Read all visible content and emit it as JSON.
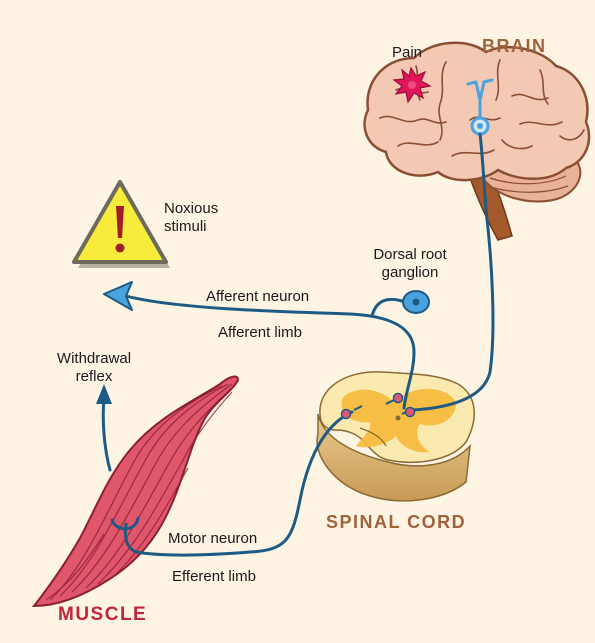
{
  "labels": {
    "pain": "Pain",
    "brain": "BRAIN",
    "noxious_line1": "Noxious",
    "noxious_line2": "stimuli",
    "drg_line1": "Dorsal root",
    "drg_line2": "ganglion",
    "afferent_neuron": "Afferent neuron",
    "afferent_limb": "Afferent limb",
    "withdrawal_line1": "Withdrawal",
    "withdrawal_line2": "reflex",
    "spinal_cord": "SPINAL CORD",
    "motor_neuron": "Motor neuron",
    "efferent_limb": "Efferent limb",
    "muscle": "MUSCLE"
  },
  "colors": {
    "background": "#fdf4e4",
    "nerve": "#1e5b84",
    "heading_brain": "#a0623a",
    "heading_muscle": "#c0263a",
    "brain": "#f3c9b4",
    "muscle": "#e0566b",
    "pain_star": "#e0165a",
    "warning_fill": "#f7ec3c",
    "spinal_white": "#fbeab0",
    "spinal_gray": "#f6b93b",
    "ganglion": "#4aa3df",
    "synapse": "#e2567e"
  },
  "icons": [
    "warning-triangle-icon",
    "pain-star-icon",
    "receptor-icon",
    "synapse-icon"
  ]
}
